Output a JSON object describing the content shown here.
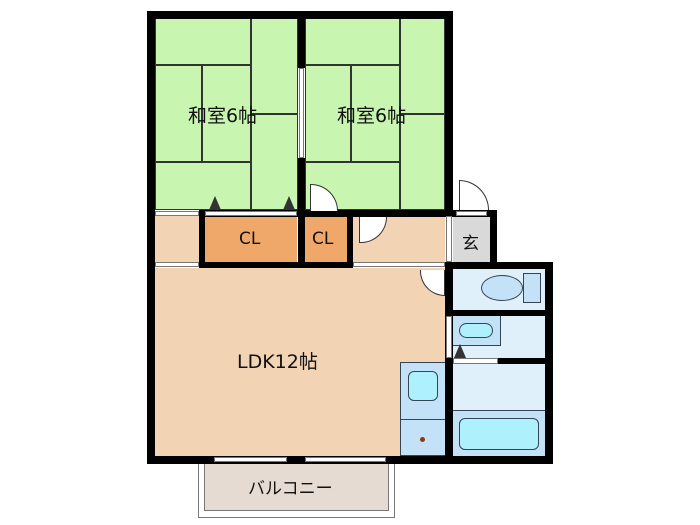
{
  "floorplan": {
    "rooms": [
      {
        "id": "washitsu-1",
        "label": "和室6帖",
        "type": "japanese-room",
        "color": "#c8f5b0"
      },
      {
        "id": "washitsu-2",
        "label": "和室6帖",
        "type": "japanese-room",
        "color": "#c8f5b0"
      },
      {
        "id": "closet-1",
        "label": "CL",
        "type": "closet",
        "color": "#f0a86a"
      },
      {
        "id": "closet-2",
        "label": "CL",
        "type": "closet",
        "color": "#f0a86a"
      },
      {
        "id": "genkan",
        "label": "玄",
        "type": "entrance",
        "color": "#d9d9d9"
      },
      {
        "id": "ldk",
        "label": "LDK12帖",
        "type": "living-dining-kitchen",
        "color": "#f2d3b4"
      },
      {
        "id": "balcony",
        "label": "バルコニー",
        "type": "balcony",
        "color": "#e6dbd2"
      },
      {
        "id": "toilet",
        "label": "",
        "type": "toilet",
        "color": "#dff0fb"
      },
      {
        "id": "washroom",
        "label": "",
        "type": "washroom",
        "color": "#dff0fb"
      },
      {
        "id": "bath",
        "label": "",
        "type": "bathroom",
        "color": "#dff0fb"
      }
    ]
  }
}
